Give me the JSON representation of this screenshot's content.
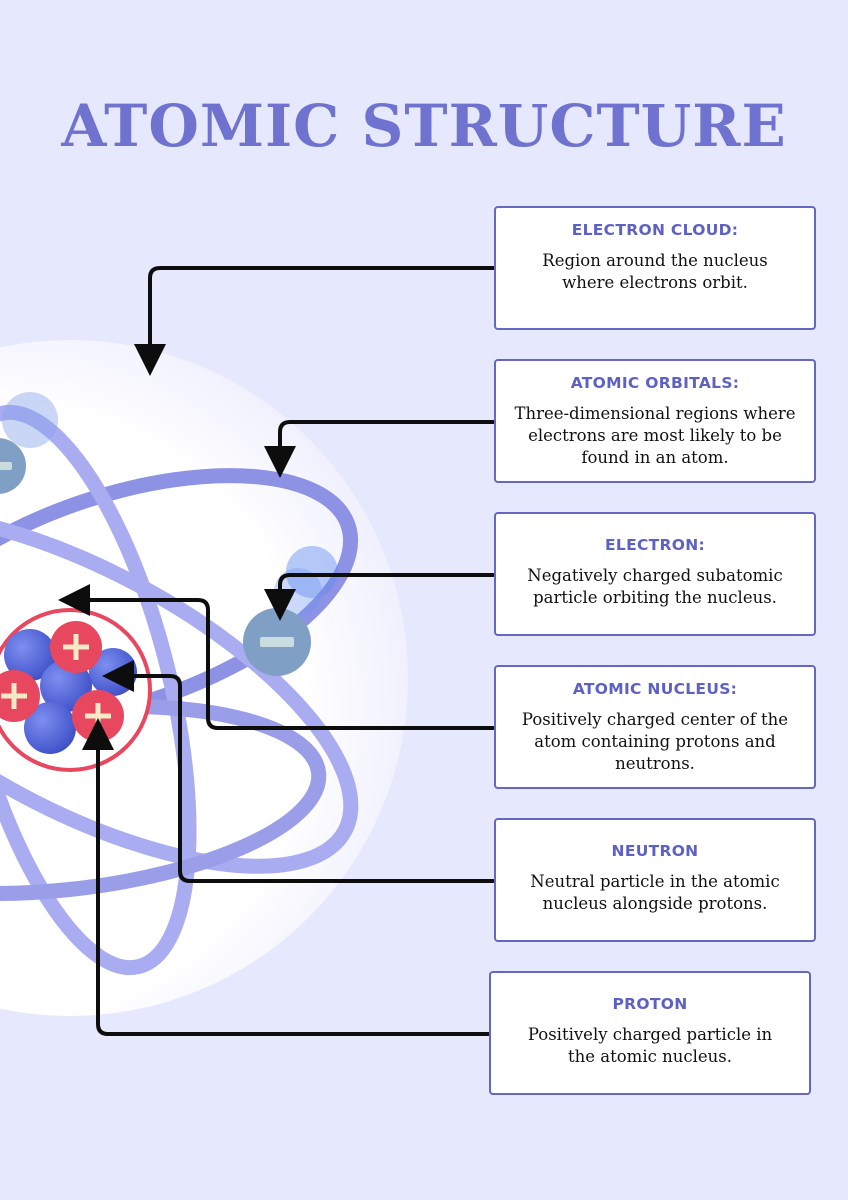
{
  "title": "ATOMIC STRUCTURE",
  "cards": [
    {
      "title": "ELECTRON CLOUD:",
      "desc": "Region around the nucleus where electrons orbit."
    },
    {
      "title": "ATOMIC ORBITALS:",
      "desc": "Three-dimensional regions where electrons are most likely to be found in an atom."
    },
    {
      "title": "ELECTRON:",
      "desc": "Negatively charged subatomic particle orbiting the nucleus."
    },
    {
      "title": "ATOMIC NUCLEUS:",
      "desc": "Positively charged center of the atom containing protons and neutrons."
    },
    {
      "title": "NEUTRON",
      "desc": "Neutral particle in the atomic nucleus alongside protons."
    },
    {
      "title": "PROTON",
      "desc": "Positively charged particle in the atomic nucleus."
    }
  ],
  "colors": {
    "background": "#e6e8fd",
    "title": "#6f73cf",
    "orbit": "#a9acf0",
    "electron": "#7fa0c4",
    "proton": "#e8485f",
    "neutron": "#4f63d6",
    "arrow": "#0d0d0d"
  },
  "icons": [
    "plus-icon",
    "minus-icon",
    "arrow-icon"
  ]
}
